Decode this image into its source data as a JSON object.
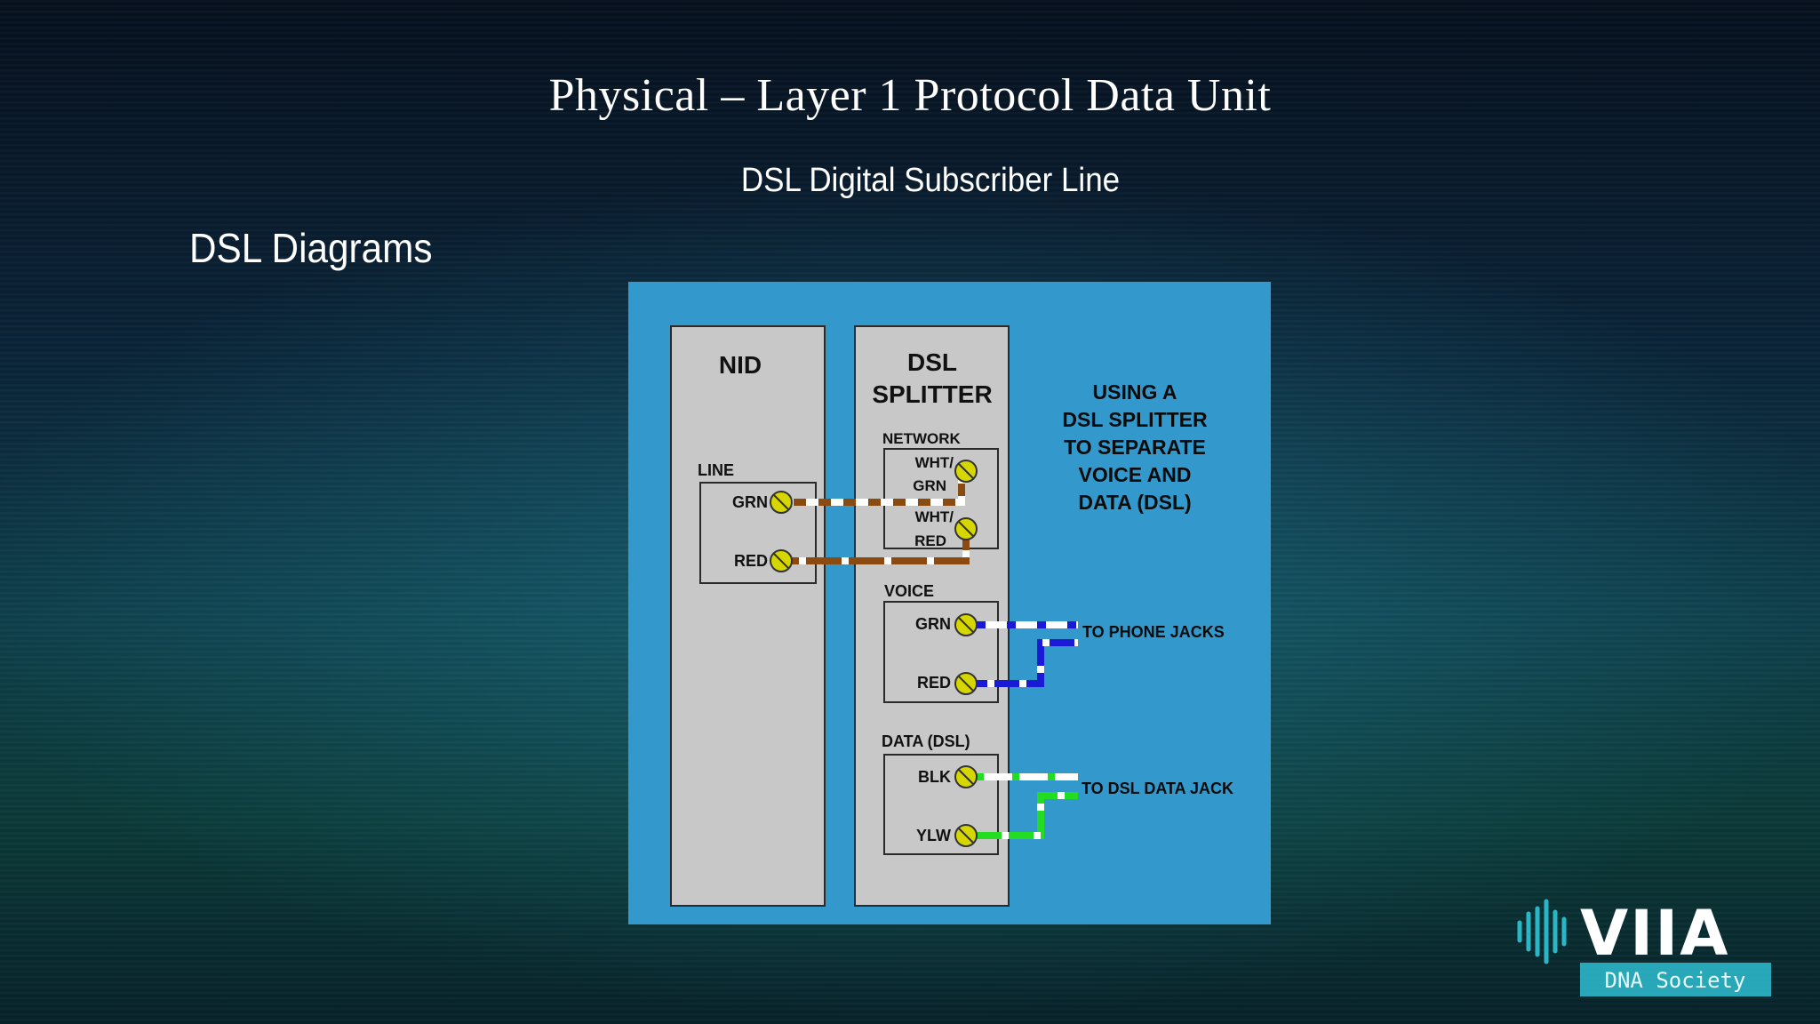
{
  "slide": {
    "title": "Physical – Layer 1 Protocol Data Unit",
    "subtitle": "DSL Digital Subscriber Line",
    "heading": "DSL Diagrams"
  },
  "diagram": {
    "nid": {
      "title": "NID",
      "line_label": "LINE",
      "terminals": {
        "grn": "GRN",
        "red": "RED"
      }
    },
    "splitter": {
      "title_line1": "DSL",
      "title_line2": "SPLITTER",
      "network": {
        "label": "NETWORK",
        "wht_grn_line1": "WHT/",
        "wht_grn_line2": "GRN",
        "wht_red_line1": "WHT/",
        "wht_red_line2": "RED"
      },
      "voice": {
        "label": "VOICE",
        "grn": "GRN",
        "red": "RED"
      },
      "data": {
        "label": "DATA (DSL)",
        "blk": "BLK",
        "ylw": "YLW"
      }
    },
    "caption_lines": [
      "USING A",
      "DSL SPLITTER",
      "TO SEPARATE",
      "VOICE AND",
      "DATA (DSL)"
    ],
    "to_phone_jacks": "TO PHONE JACKS",
    "to_dsl_data_jack": "TO DSL DATA JACK",
    "colors": {
      "background": "#3399cc",
      "panel": "#c8c8c8",
      "terminal": "#d6d600",
      "wire_brown": "#8a4a10",
      "wire_white": "#ffffff",
      "wire_blue": "#1a1ad6",
      "wire_green": "#22dd22"
    }
  },
  "logo": {
    "brand": "VIIA",
    "tagline": "DNA Society",
    "accent_color": "#2bb6c8"
  }
}
